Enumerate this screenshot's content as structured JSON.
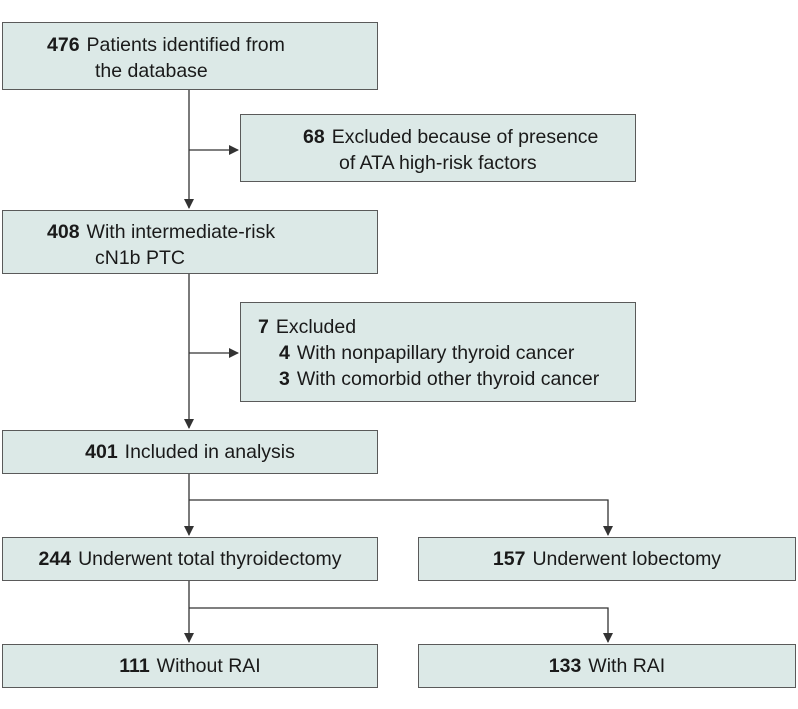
{
  "flowchart": {
    "identified": {
      "count": "476",
      "lines": [
        "Patients identified from",
        "the database"
      ]
    },
    "excluded_high_risk": {
      "count": "68",
      "lines": [
        "Excluded because of presence",
        "of ATA high-risk factors"
      ]
    },
    "intermediate_risk": {
      "count": "408",
      "lines": [
        "With intermediate-risk",
        "cN1b PTC"
      ]
    },
    "excluded_other": {
      "count": "7",
      "label": "Excluded",
      "items": [
        {
          "count": "4",
          "label": "With nonpapillary thyroid cancer"
        },
        {
          "count": "3",
          "label": "With comorbid other thyroid cancer"
        }
      ]
    },
    "included": {
      "count": "401",
      "label": "Included in analysis"
    },
    "total_thyroidectomy": {
      "count": "244",
      "label": "Underwent total thyroidectomy"
    },
    "lobectomy": {
      "count": "157",
      "label": "Underwent lobectomy"
    },
    "without_rai": {
      "count": "111",
      "label": "Without RAI"
    },
    "with_rai": {
      "count": "133",
      "label": "With RAI"
    }
  }
}
